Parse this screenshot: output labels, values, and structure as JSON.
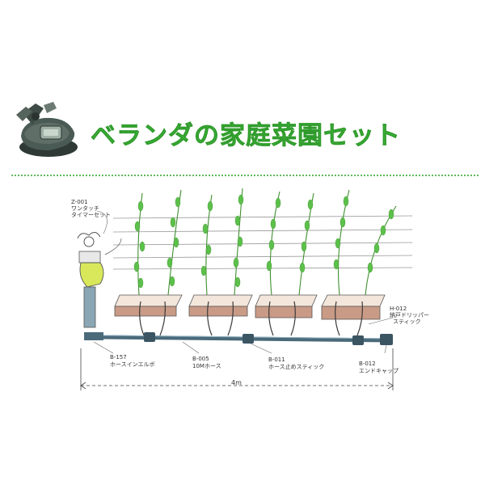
{
  "header": {
    "title": "ベランダの家庭菜園セット",
    "title_color": "#3fb53a",
    "icon": "water-timer-icon"
  },
  "diagram": {
    "labels": {
      "timer_code": "Z-001",
      "timer_name_1": "ワンタッチ",
      "timer_name_2": "タイマーセット",
      "dripper_code": "H-012",
      "dripper_name_1": "納戸ドリッパー",
      "dripper_name_2": "スティック",
      "elbow_code": "B-157",
      "elbow_name": "ホースインエルボ",
      "hose_code": "B-005",
      "hose_name": "10Mホース",
      "stick_code": "B-011",
      "stick_name": "ホース止めスティック",
      "cap_code": "B-012",
      "cap_name": "エンドキャップ",
      "length": "4m"
    },
    "colors": {
      "leaf": "#5cc04a",
      "stem": "#3f8f2f",
      "planter": "#c99a86",
      "planter_top": "#f3e6da",
      "hose": "#4a6a7a",
      "timer": "#d8e85a"
    }
  }
}
